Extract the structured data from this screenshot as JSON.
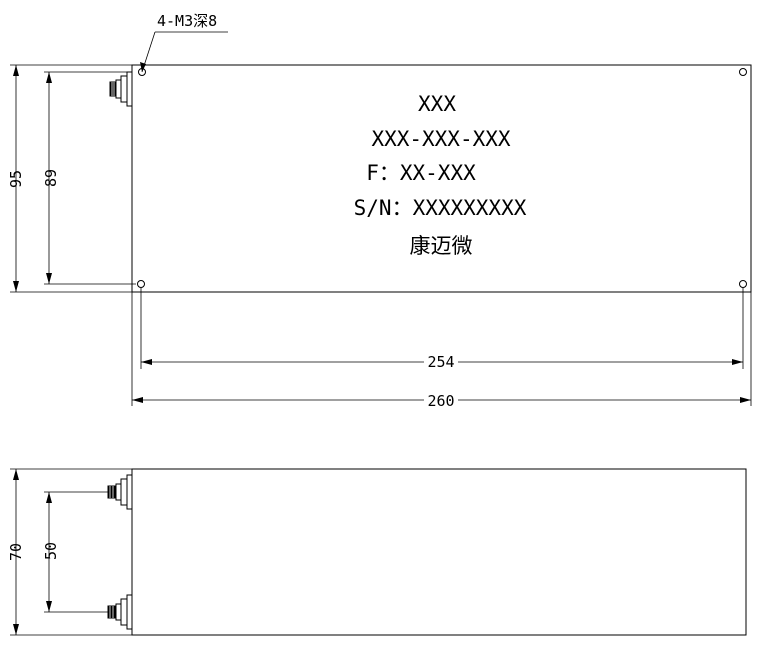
{
  "hole_note": "4-M3深8",
  "label": {
    "line1": "XXX",
    "line2": "XXX-XXX-XXX",
    "line3": "F：XX-XXX",
    "line4": "S/N：XXXXXXXXX",
    "line5": "康迈微"
  },
  "dimensions": {
    "top_height_outer": "95",
    "top_height_inner": "89",
    "hole_spacing": "254",
    "total_length": "260",
    "side_height_outer": "70",
    "side_port_spacing": "50"
  }
}
